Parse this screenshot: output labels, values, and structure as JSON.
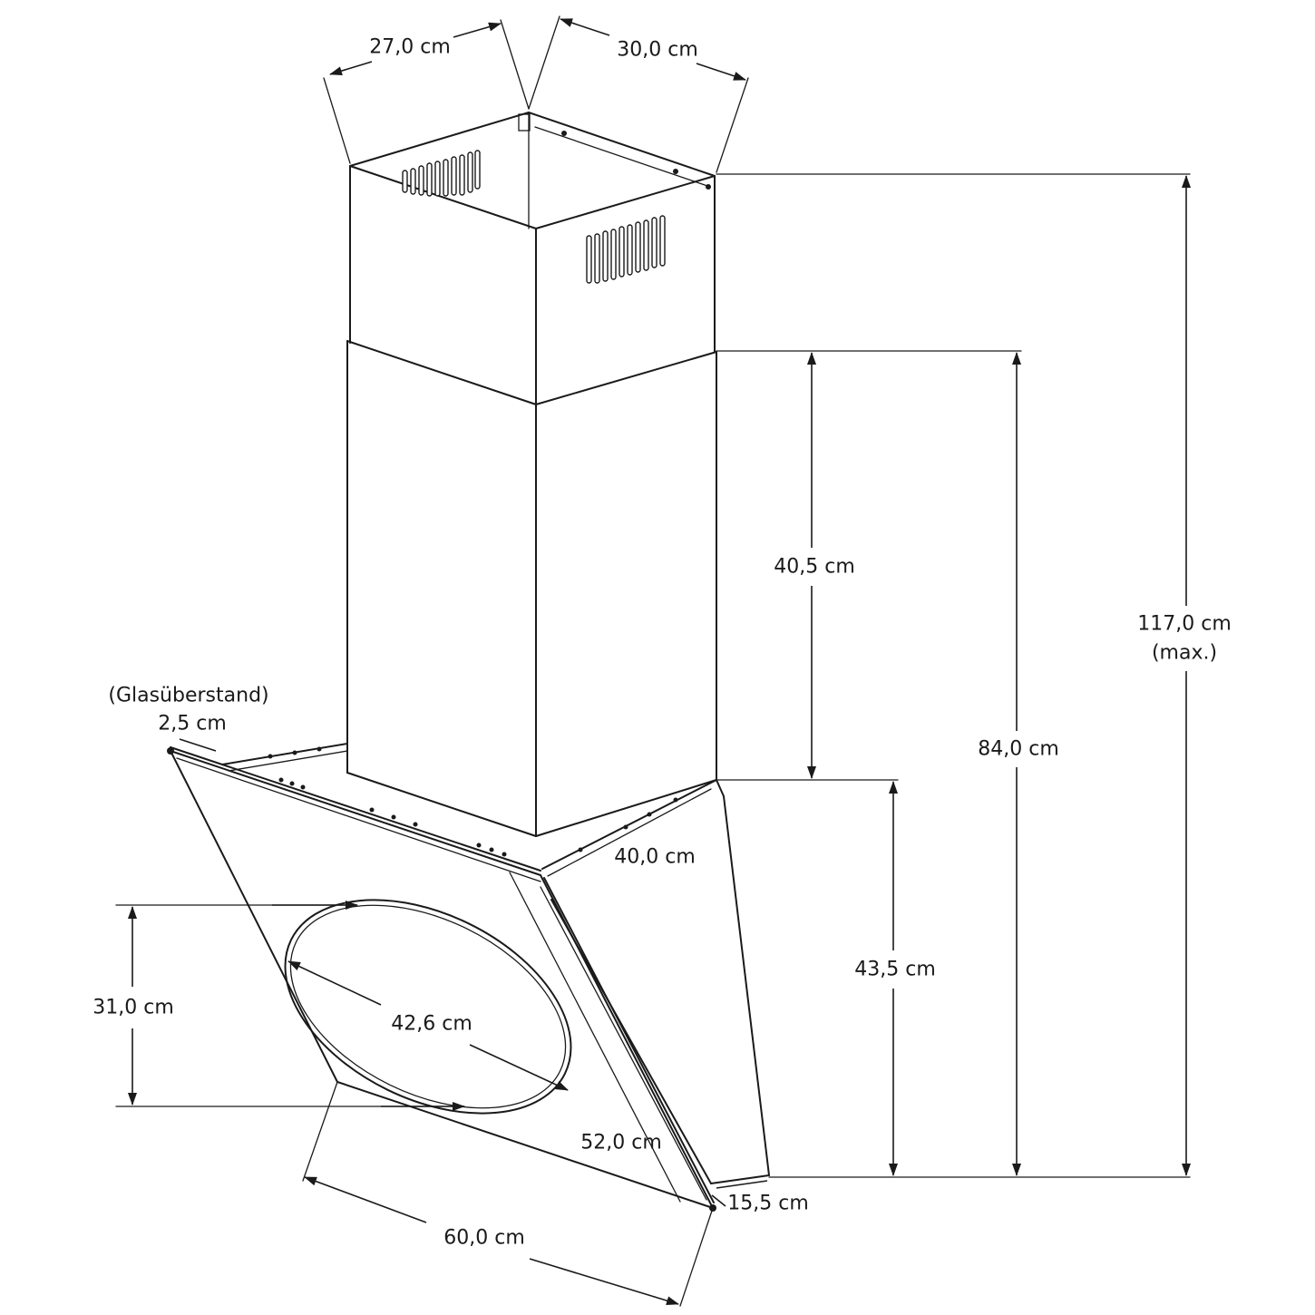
{
  "dimensions": {
    "chimney_depth": "27,0 cm",
    "chimney_width": "30,0 cm",
    "total_height": "117,0 cm",
    "total_height_note": "(max.)",
    "lower_chimney_height": "40,5 cm",
    "chimney_hood_height": "84,0 cm",
    "hood_height": "43,5 cm",
    "hood_depth": "40,0 cm",
    "glass_overhang_title": "(Glasüberstand)",
    "glass_overhang": "2,5 cm",
    "opening_height": "31,0 cm",
    "opening_width": "42,6 cm",
    "glass_slant_length": "52,0 cm",
    "base_depth": "15,5 cm",
    "width": "60,0 cm"
  }
}
